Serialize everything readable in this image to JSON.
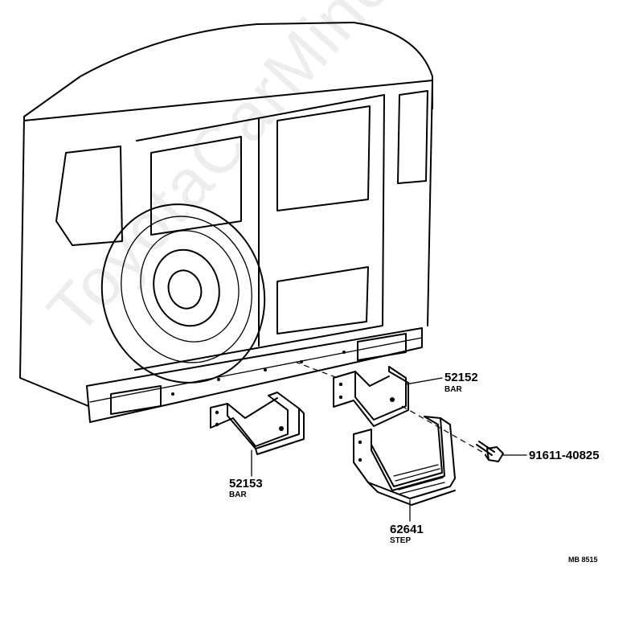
{
  "watermark": "ToyotaCarMine.ru",
  "parts": [
    {
      "number": "52152",
      "name": "BAR"
    },
    {
      "number": "52153",
      "name": "BAR"
    },
    {
      "number": "62641",
      "name": "STEP"
    },
    {
      "number": "91611-40825",
      "name": ""
    }
  ],
  "reference_code": "MB 8515"
}
